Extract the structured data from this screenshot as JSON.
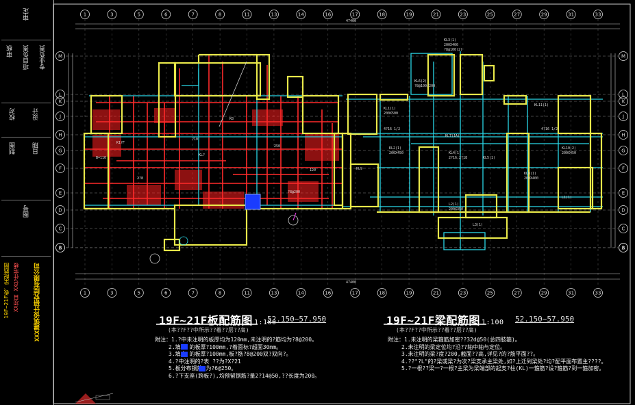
{
  "window": {
    "width": 927,
    "height": 592
  },
  "plans": [
    {
      "title": "19F~21F板配筋图",
      "scale": "1:100",
      "elevation": "52.150~57.950",
      "subtitle": "(本??F??中所示??着??层??高)",
      "notes": [
        "附注：1.?中未注明的板厚均为120mm,未注明的?筋均为?8@200。",
        "2.填充   的板厚?100mm,?着面标?超面30mm。",
        "3.填充   的板厚?100mm,板?筋?8@200双?双向?。",
        "4.?中注明的?表    ??为?X?21",
        "5.板分布钢筋?为?6@250。",
        "6.?下支座(跨板?),均预留钢筋?量2?14@50,??长度为200。"
      ]
    },
    {
      "title": "19F~21F梁配筋图",
      "scale": "1:100",
      "elevation": "52.150~57.950",
      "subtitle": "(本??F??中所示??着??层??高)",
      "notes": [
        "附注：1.未注明的梁箍筋加密??32d@50(总四肢箍)。",
        "2.未注明的梁定位均?沿??轴中轴与定位。",
        "3.未注明的梁?度?200,截面??高,详见?的?筋平面??。",
        "4.??\"?L\"的?梁或梁?为次?梁支承主梁处,如?上迁到梁处?均?配平面布置主????。",
        "5.?一根??梁一?一根?主梁为梁端部的起支?柱(KL)一箍筋?设?箍筋?到一箍加密。"
      ]
    }
  ],
  "title_block": {
    "company": "XXX建筑设计研究院有限公司",
    "project": "XX项目  XX号住宅楼",
    "drawing": "19F~21F板、梁配筋图",
    "labels": [
      "审定",
      "审核",
      "项目负责",
      "专业负责",
      "校对",
      "设计",
      "制图",
      "日期",
      "图号"
    ]
  },
  "axes": {
    "top_numbers": [
      "1",
      "3",
      "5",
      "6",
      "7",
      "8",
      "11",
      "13",
      "14",
      "16",
      "17",
      "18",
      "19",
      "21",
      "23",
      "25",
      "27",
      "29",
      "31",
      "33"
    ],
    "rows": [
      "M",
      "L",
      "K",
      "J",
      "H",
      "G",
      "F",
      "E",
      "D",
      "C",
      "B",
      "A"
    ],
    "overall_dim": "47400"
  },
  "colors": {
    "wall": "#e8e84a",
    "beam": "#ff2a2a",
    "cyan": "#2ad8e8",
    "text": "#ffffff",
    "dim": "#dddddd",
    "hatch": "#ff3030"
  }
}
